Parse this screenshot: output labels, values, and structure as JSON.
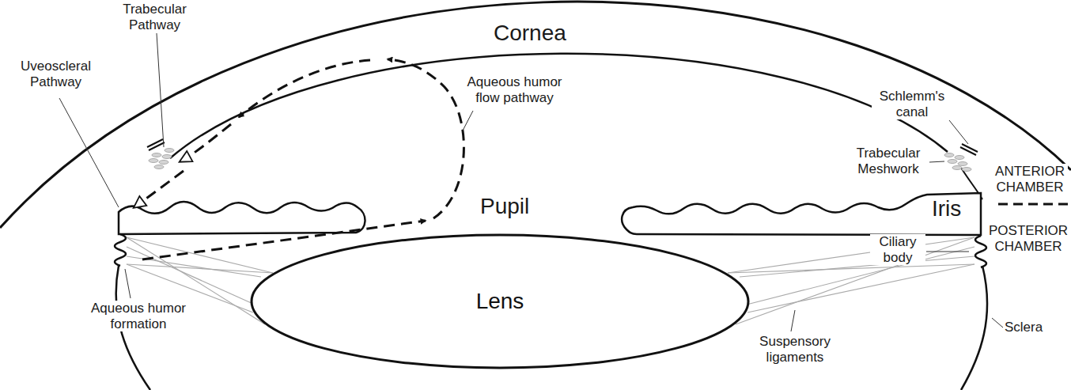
{
  "diagram": {
    "nodes": [
      {
        "text": [
          "Lens"
        ]
      }
    ],
    "labels": [
      "Trabecular Pathway",
      "Uveoscleral Pathway",
      "Aqueous humor flow pathway",
      "Cornea",
      "Schlemm's canal",
      "Trabecular Meshwork",
      "ANTERIOR CHAMBER",
      "Pupil",
      "Iris",
      "POSTERIOR CHAMBER",
      "Ciliary body",
      "Aqueous humor formation",
      "Suspensory ligaments",
      "Sclera"
    ]
  }
}
